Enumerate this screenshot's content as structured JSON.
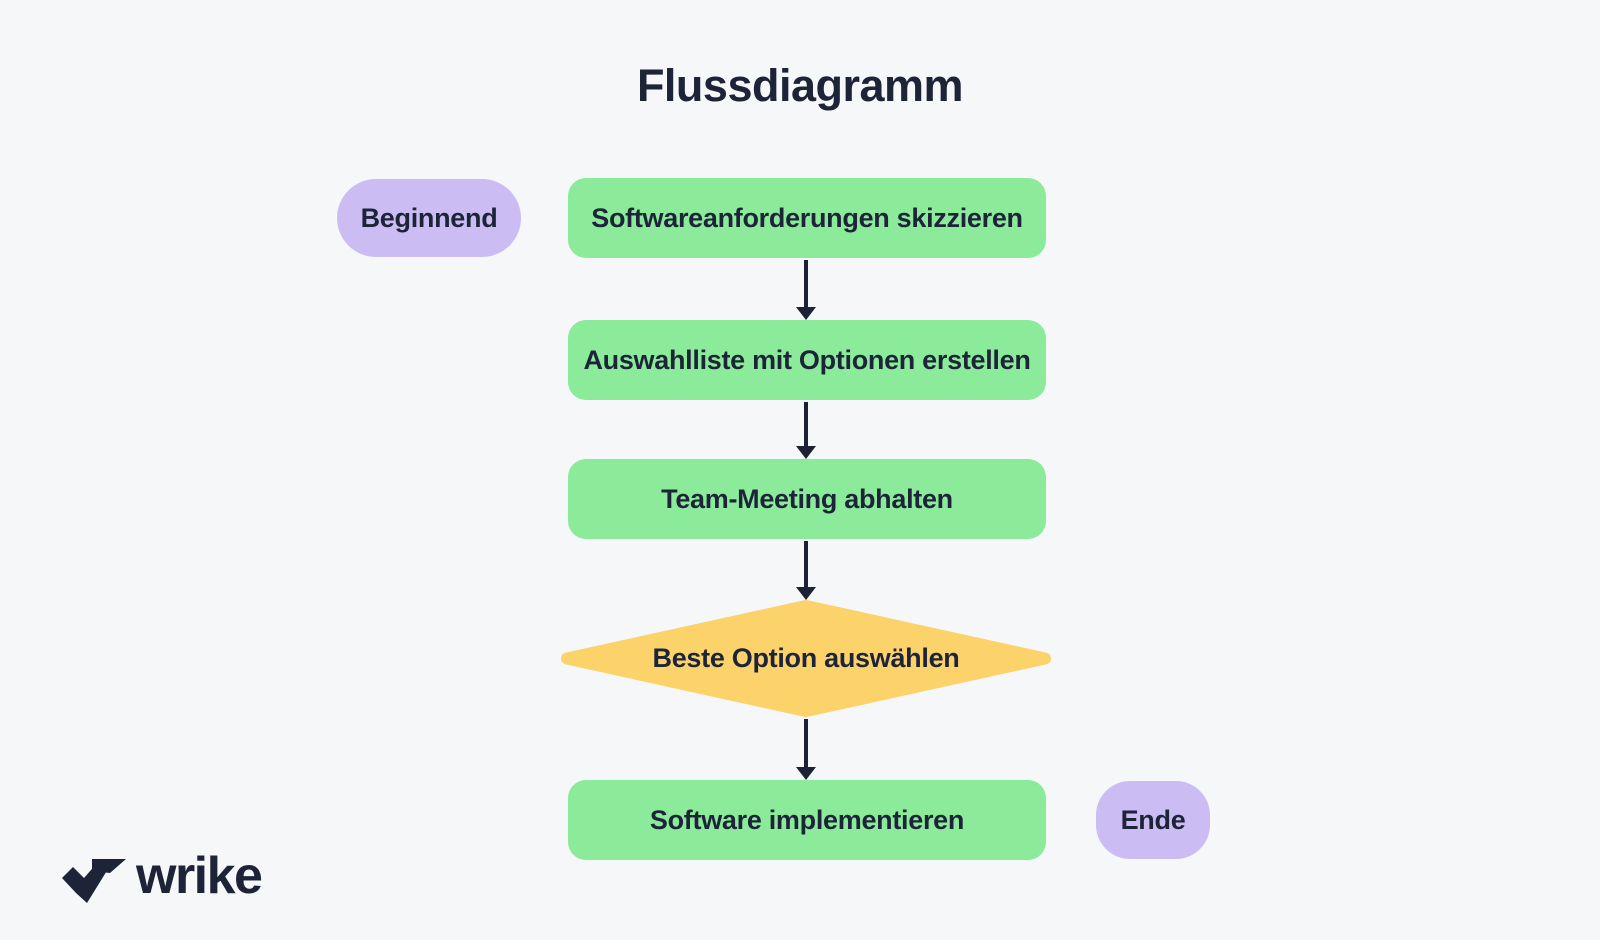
{
  "title": "Flussdiagramm",
  "colors": {
    "background": "#f6f7f9",
    "process_green": "#8ceb9b",
    "terminal_purple": "#ccbcf4",
    "decision_yellow": "#fcd26b",
    "text_dark": "#1d2438",
    "arrow": "#1c2136"
  },
  "flowchart": {
    "start": {
      "label": "Beginnend",
      "shape": "pill"
    },
    "end": {
      "label": "Ende",
      "shape": "pill"
    },
    "steps": [
      {
        "label": "Softwareanforderungen skizzieren",
        "shape": "process"
      },
      {
        "label": "Auswahlliste mit Optionen erstellen",
        "shape": "process"
      },
      {
        "label": "Team-Meeting abhalten",
        "shape": "process"
      },
      {
        "label": "Beste Option auswählen",
        "shape": "decision"
      },
      {
        "label": "Software implementieren",
        "shape": "process"
      }
    ],
    "connectors": [
      {
        "from": 0,
        "to": 1,
        "direction": "down"
      },
      {
        "from": 1,
        "to": 2,
        "direction": "down"
      },
      {
        "from": 2,
        "to": 3,
        "direction": "down"
      },
      {
        "from": 3,
        "to": 4,
        "direction": "down"
      }
    ]
  },
  "branding": {
    "logo_text": "wrike"
  }
}
